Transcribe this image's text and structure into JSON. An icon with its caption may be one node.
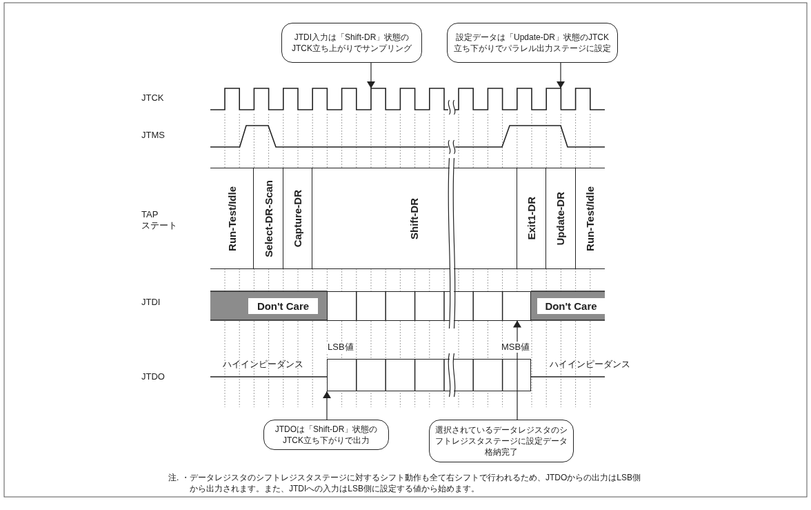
{
  "diagram": {
    "nodes": [
      {
        "text": [
          "JTDI入力は「Shift-DR」状態のJTCK立ち上がりでサンプリング"
        ]
      },
      {
        "text": [
          "設定データは「Update-DR」状態のJTCK立ち下がりでパラレル出力ステージに設定"
        ]
      },
      {
        "text": [],
        "shape": "waveform"
      },
      {
        "text": [
          "Run-Test/Idle"
        ]
      },
      {
        "text": [
          "Select-DR-Scan"
        ]
      },
      {
        "text": [
          "Capture-DR"
        ]
      },
      {
        "text": [
          "Shift-DR"
        ]
      },
      {
        "text": [
          "Exit1-DR"
        ]
      },
      {
        "text": [
          "Update-DR"
        ]
      },
      {
        "text": [
          "Run-Test/Idle"
        ]
      },
      {
        "text": [
          "Don't Care"
        ]
      },
      {
        "text": [],
        "shape": "box"
      },
      {
        "text": [
          "Don't Care"
        ]
      },
      {
        "text": [],
        "shape": "box"
      },
      {
        "text": [
          "JTDOは「Shift-DR」状態のJTCK立ち下がりで出力"
        ]
      },
      {
        "text": [
          "選択されているデータレジスタのシフトレジスタステージに設定データ格納完了"
        ]
      }
    ],
    "edges": [
      {
        "from": 0,
        "to": 2,
        "arrow": "to"
      },
      {
        "from": 1,
        "to": 2,
        "arrow": "to"
      },
      {
        "from": 14,
        "to": 13,
        "arrow": "to"
      },
      {
        "from": 15,
        "to": 11,
        "arrow": "to"
      }
    ],
    "labels": [
      "JTCK",
      "JTMS",
      "TAP ステート",
      "JTDI",
      "LSB値",
      "MSB値",
      "ハイインピーダンス",
      "ハイインピーダンス",
      "JTDO",
      "注.",
      "・データレジスタのシフトレジスタステージに対するシフト動作も全て右シフトで行われるため、JTDOからの出力はLSB側から出力されます。また、JTDIへの入力はLSB側に設定する値から始めます。"
    ]
  }
}
